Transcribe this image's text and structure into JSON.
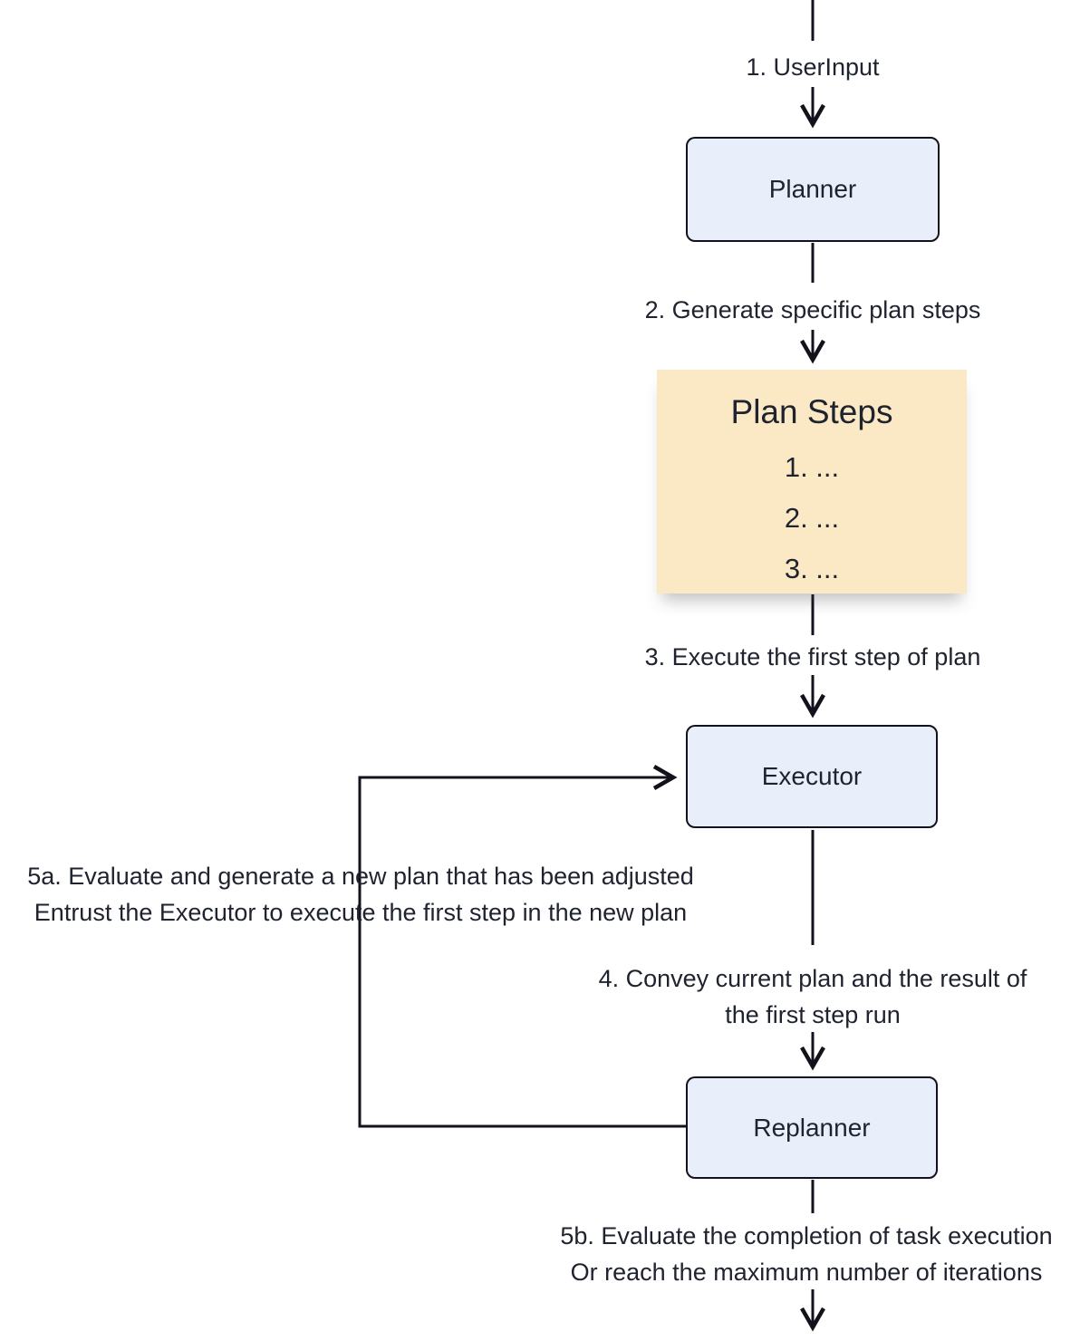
{
  "diagram": {
    "colors": {
      "node_fill": "#e9eefb",
      "node_border": "#12121c",
      "plan_fill": "#fae9c4",
      "text": "#1f2330",
      "arrow": "#12121c"
    },
    "nodes": {
      "planner": "Planner",
      "executor": "Executor",
      "replanner": "Replanner"
    },
    "plan_steps": {
      "title": "Plan Steps",
      "items": [
        "1. ...",
        "2. ...",
        "3. ..."
      ]
    },
    "labels": {
      "step1": "1. UserInput",
      "step2": "2. Generate specific plan steps",
      "step3": "3. Execute the first step of plan",
      "step4_line1": "4. Convey current plan and the result of",
      "step4_line2": "the first step run",
      "step5a_line1": "5a. Evaluate and generate a new plan that has been adjusted",
      "step5a_line2": "Entrust the Executor to execute the first step in the new plan",
      "step5b_line1": "5b. Evaluate the completion of task execution",
      "step5b_line2": "Or reach the maximum number of iterations"
    }
  }
}
